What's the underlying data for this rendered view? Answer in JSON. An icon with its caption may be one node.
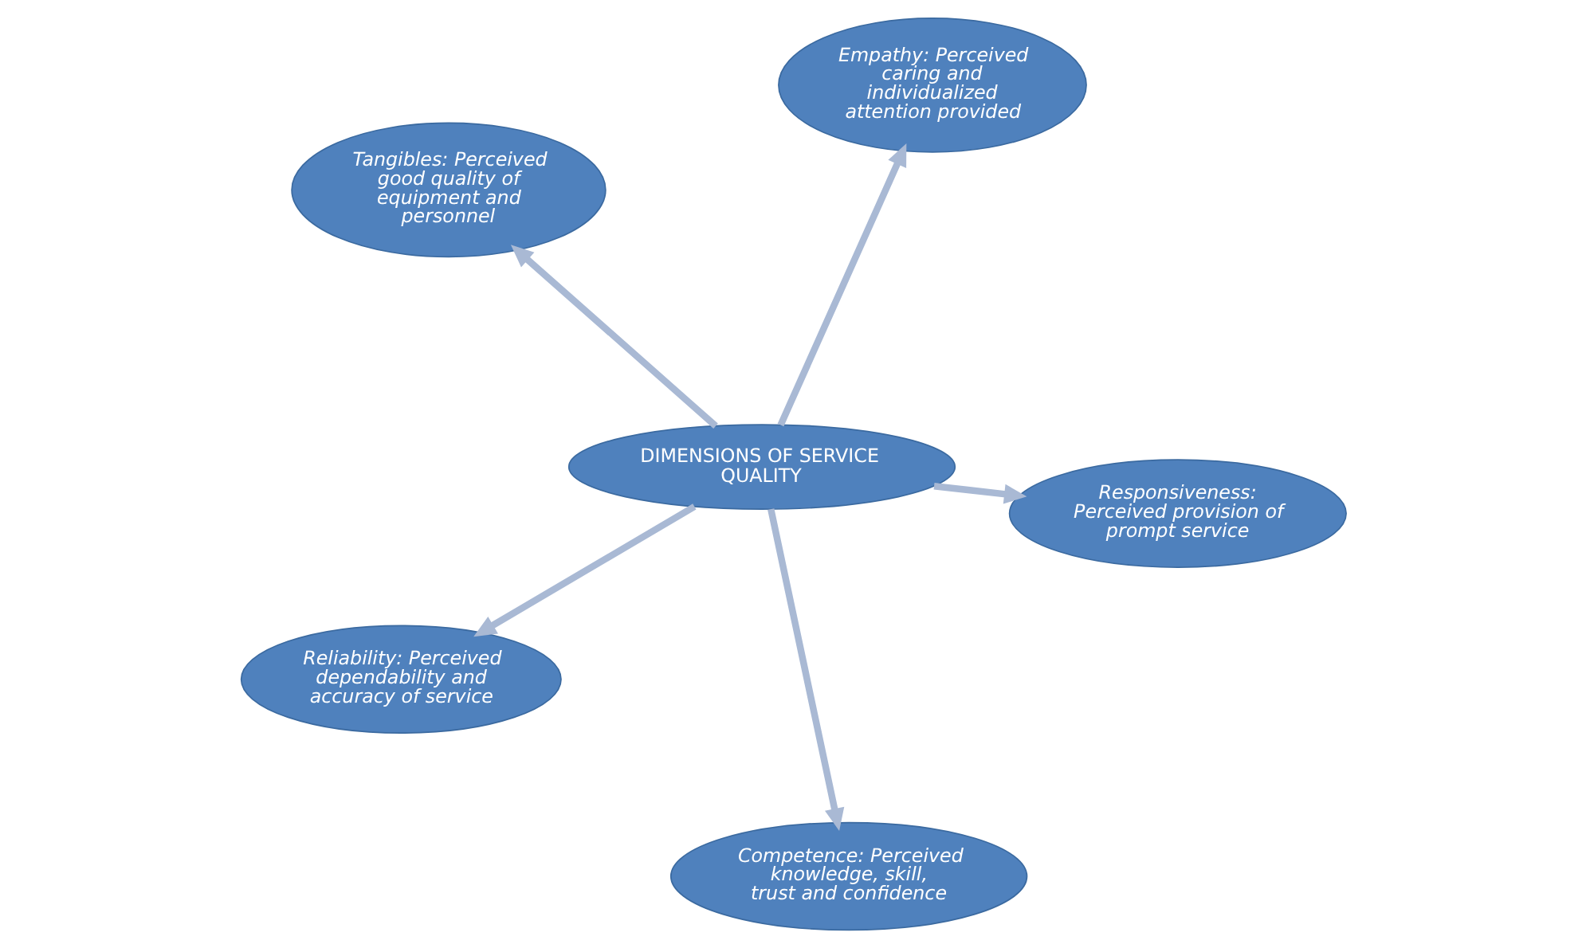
{
  "diagram": {
    "nodes": [
      {
        "text": [
          "Tangibles: Perceived good quality of equipment and personnel"
        ]
      },
      {
        "text": [
          "Responsiveness: Perceived provision of prompt service"
        ]
      },
      {
        "text": [
          "Competence: Perceived knowledge, skill, trust and confidence"
        ]
      },
      {
        "text": [
          "DIMENSIONS OF SERVICE QUALITY"
        ]
      },
      {
        "text": [
          "Empathy: Perceived caring and individualized attention provided"
        ]
      },
      {
        "text": [
          "Reliability: Perceived dependability and accuracy of service"
        ]
      }
    ],
    "edges": [
      {
        "from": 3,
        "to": 0,
        "arrow": "to"
      },
      {
        "from": 3,
        "to": 1,
        "arrow": "to"
      },
      {
        "from": 3,
        "to": 2,
        "arrow": "to"
      },
      {
        "from": 3,
        "to": 4,
        "arrow": "to"
      },
      {
        "from": 3,
        "to": 5,
        "arrow": "to"
      }
    ]
  }
}
